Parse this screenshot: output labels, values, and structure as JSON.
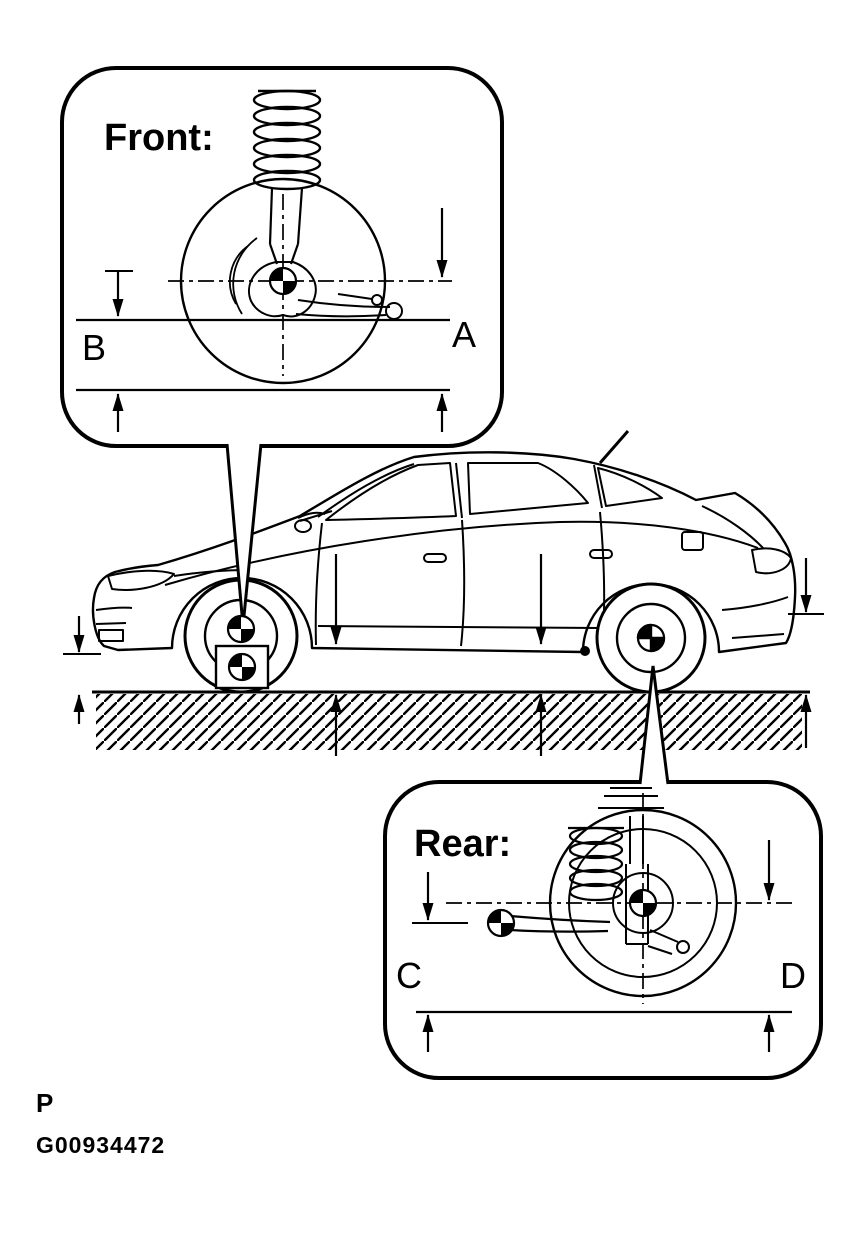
{
  "figure": {
    "front_label": "Front:",
    "rear_label": "Rear:",
    "dims": {
      "a": "A",
      "b": "B",
      "c": "C",
      "d": "D"
    },
    "footer": {
      "page_mark": "P",
      "figure_id": "G00934472"
    },
    "colors": {
      "ink": "#000000",
      "paper": "#ffffff"
    }
  }
}
